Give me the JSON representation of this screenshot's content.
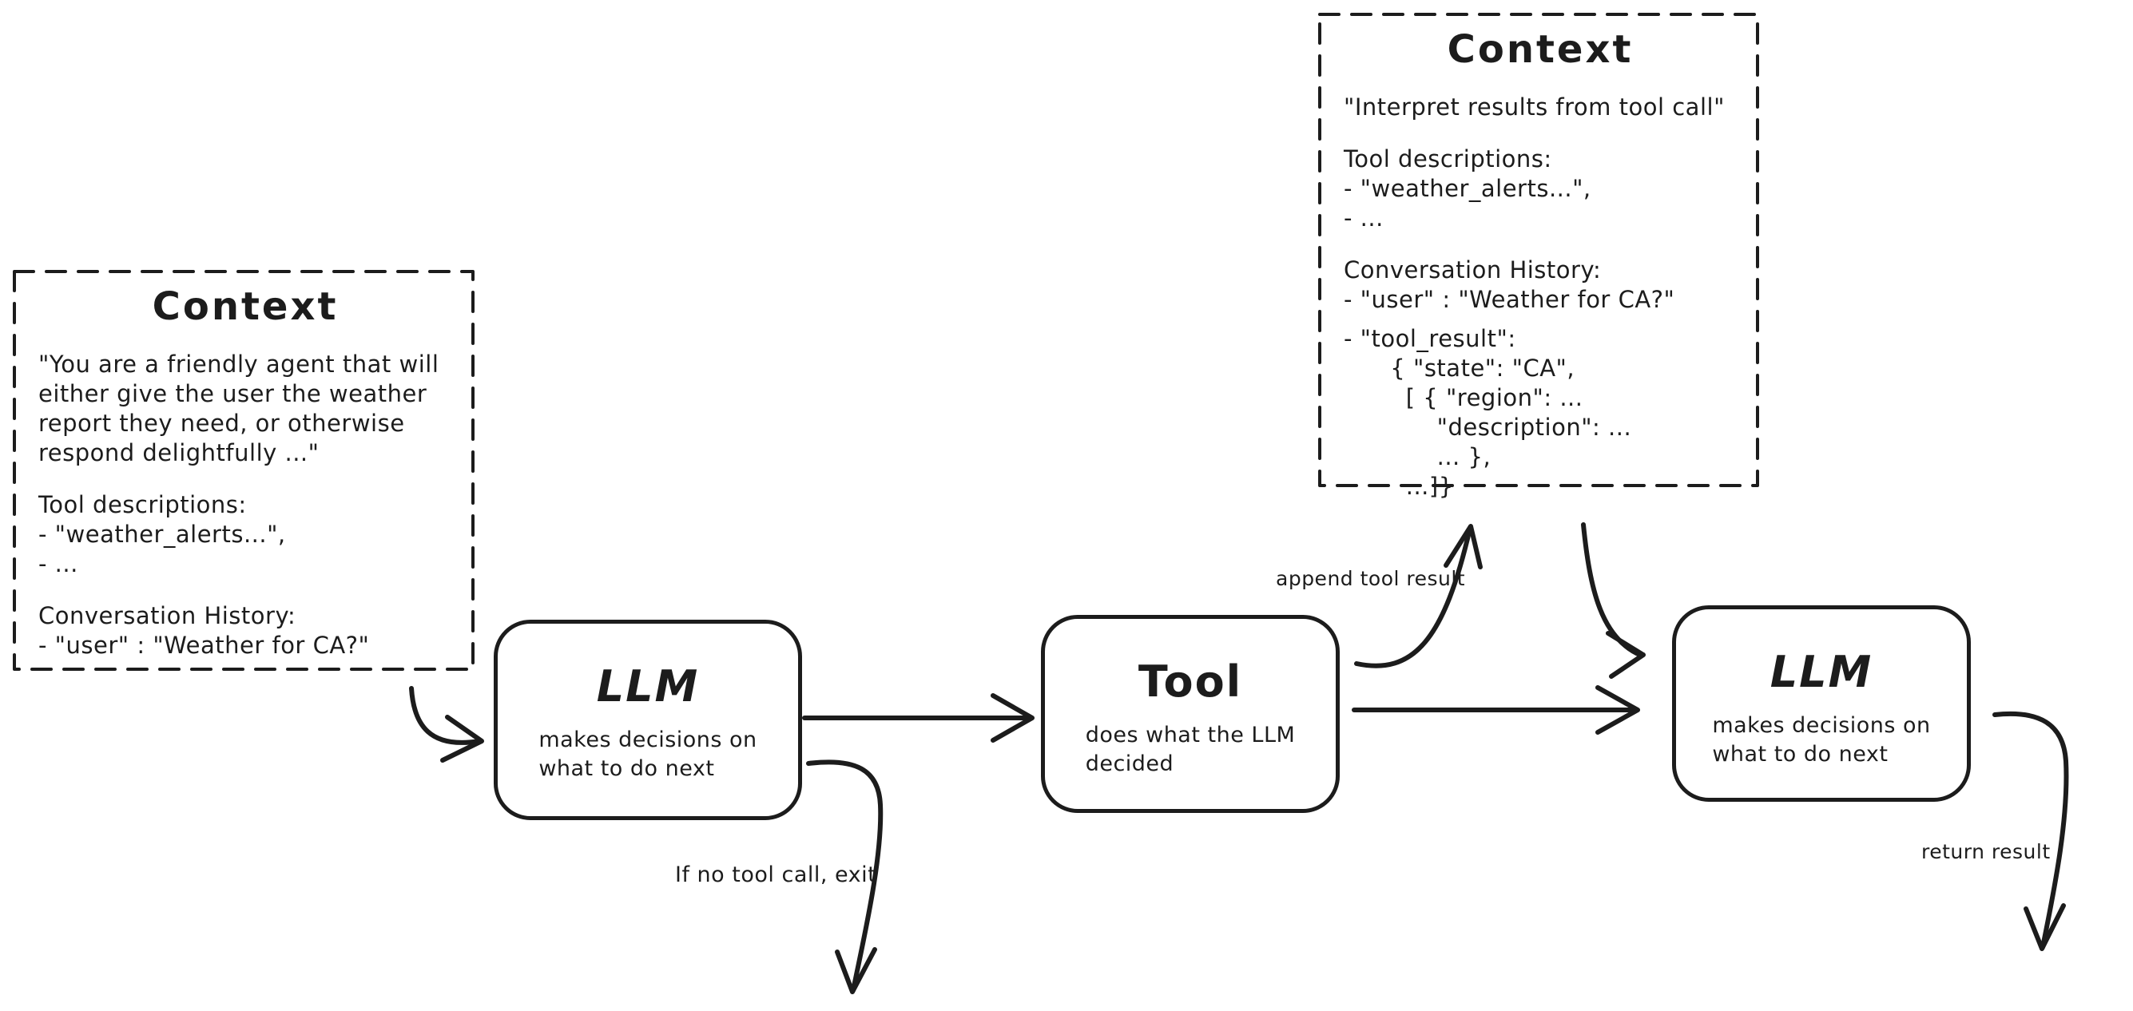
{
  "canvas": {
    "ink_color": "#1c1c1c",
    "background_color": "#ffffff"
  },
  "context_left": {
    "title": "Context",
    "lines": [
      "\"You are a friendly agent that will",
      "either give the user the weather",
      "report they need, or otherwise",
      "respond delightfully ...\"",
      "Tool descriptions:",
      "- \"weather_alerts...\",",
      "- ...",
      "Conversation History:",
      "- \"user\" : \"Weather for CA?\""
    ]
  },
  "context_right": {
    "title": "Context",
    "lines": [
      "\"Interpret results from tool call\"",
      "Tool descriptions:",
      "- \"weather_alerts...\",",
      "- ...",
      "Conversation History:",
      "- \"user\" : \"Weather for CA?\"",
      "- \"tool_result\":",
      "      { \"state\": \"CA\",",
      "        [ { \"region\": ...",
      "            \"description\": ...",
      "            ... },",
      "        ...]}"
    ]
  },
  "nodes": {
    "llm1": {
      "title": "LLM",
      "desc_line1": "makes decisions on",
      "desc_line2": "what to do next"
    },
    "tool": {
      "title": "Tool",
      "desc_line1": "does what the LLM",
      "desc_line2": "decided"
    },
    "llm2": {
      "title": "LLM",
      "desc_line1": "makes decisions on",
      "desc_line2": "what to do next"
    }
  },
  "edge_labels": {
    "append_tool_result": "append tool result",
    "no_tool_call_exit": "If no tool call, exit",
    "return_result": "return result"
  }
}
